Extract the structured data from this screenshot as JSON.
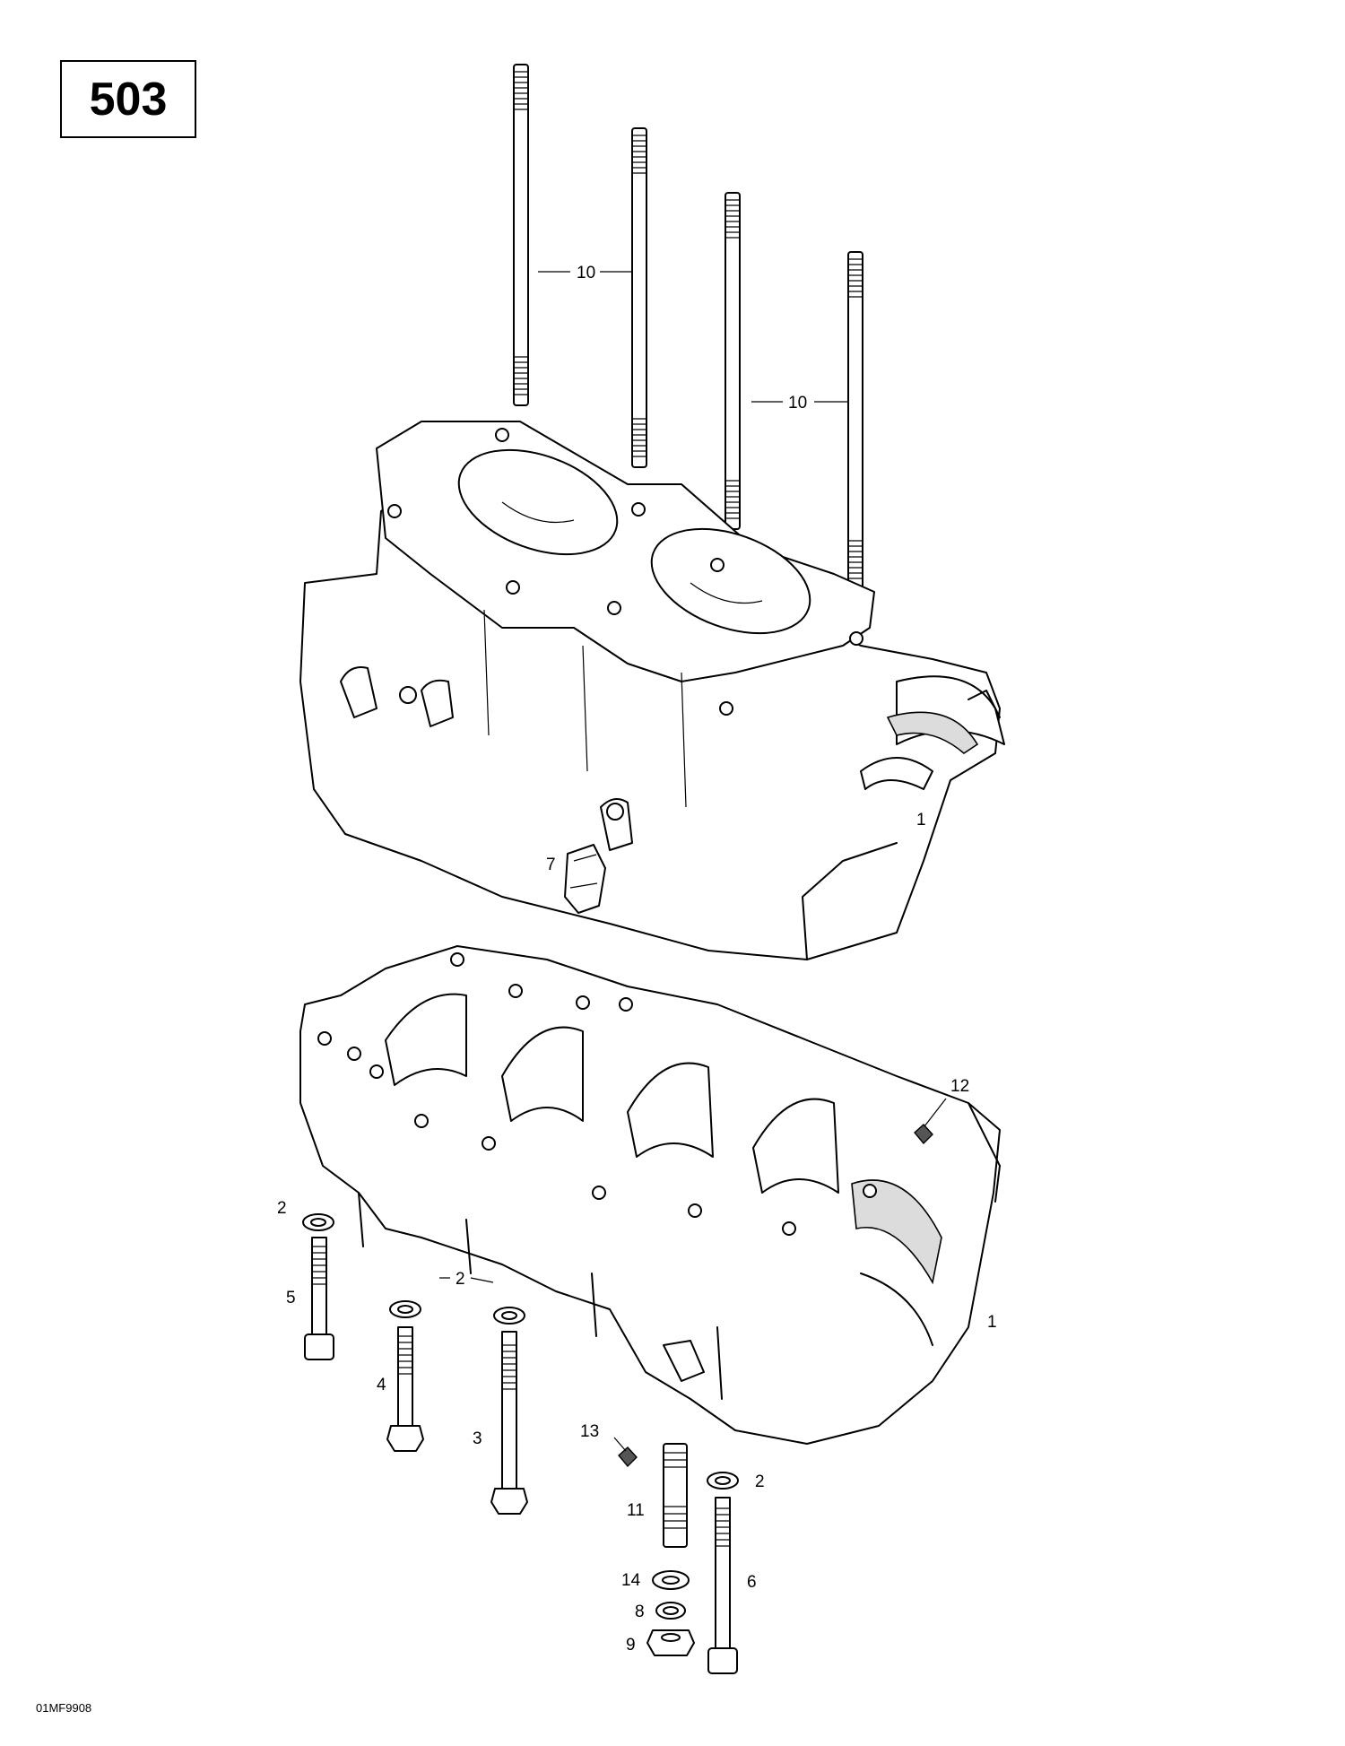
{
  "page_number": "503",
  "footer_code": "01MF9908",
  "callouts": {
    "c1_top": "1",
    "c1_bottom": "1",
    "c2_left": "2",
    "c2_mid": "2",
    "c2_right": "2",
    "c3": "3",
    "c4": "4",
    "c5": "5",
    "c6": "6",
    "c7": "7",
    "c8": "8",
    "c9": "9",
    "c10_left": "10",
    "c10_right": "10",
    "c11": "11",
    "c12": "12",
    "c13": "13",
    "c14": "14"
  }
}
